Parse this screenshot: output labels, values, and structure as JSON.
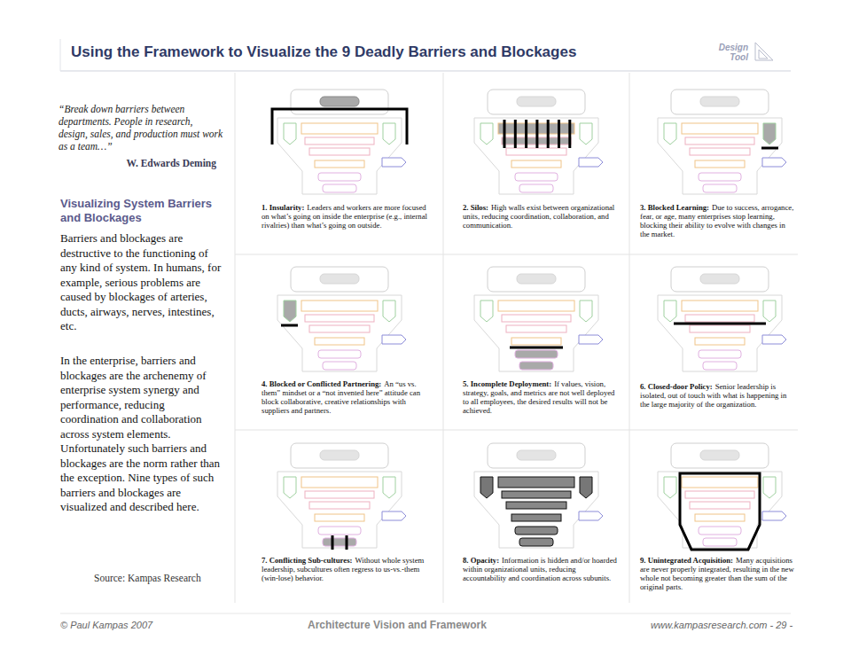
{
  "diagram": {
    "title": "Using the Framework to Visualize the 9 Deadly Barriers and Blockages",
    "labels": [
      "Design Tool",
      "“Break down barriers between departments. People in research, design, sales, and production must work as a team…”",
      "W. Edwards Deming",
      "Visualizing System Barriers and Blockages",
      "Barriers and blockages are destructive to the functioning of any kind of system. In humans, for example, serious problems are caused by blockages of arteries, ducts, airways, nerves, intestines, etc.",
      "In the enterprise, barriers and blockages are the archenemy of enterprise system synergy and performance, reducing coordination and collaboration across system elements. Unfortunately such barriers and blockages are the norm rather than the exception. Nine types of such barriers and blockages are visualized and described here.",
      "Source: Kampas Research",
      "1. Insularity:",
      "Leaders and workers are more focused on what’s going on inside the enterprise (e.g., internal rivalries) than what’s going on outside.",
      "2. Silos:",
      "High walls exist between organizational units, reducing coordination, collaboration, and communication.",
      "3. Blocked Learning:",
      "Due to success, arrogance, fear, or age, many enterprises stop learning, blocking their ability to evolve with changes in the market.",
      "4. Blocked or Conflicted Partnering:",
      "An “us vs. them” mindset or a “not invented here” attitude can block collaborative, creative relationships with suppliers and partners.",
      "5. Incomplete Deployment:",
      "If values, vision, strategy, goals, and metrics are not well deployed to all employees, the desired results will not be achieved.",
      "6. Closed-door Policy:",
      "Senior leadership is isolated, out of touch with what is happening in the large majority of the organization.",
      "7. Conflicting Sub-cultures:",
      "Without whole system leadership, subcultures often regress to us-vs.-them (win-lose) behavior.",
      "8. Opacity:",
      "Information is hidden and/or hoarded within organizational units, reducing accountability and coordination across subunits.",
      "9. Unintegrated Acquisition:",
      "Many acquisitions are never properly integrated, resulting in the new whole not becoming greater than the sum of the original parts.",
      "© Paul Kampas 2007",
      "Architecture Vision and Framework",
      "www.kampasresearch.com - 29 -"
    ]
  }
}
